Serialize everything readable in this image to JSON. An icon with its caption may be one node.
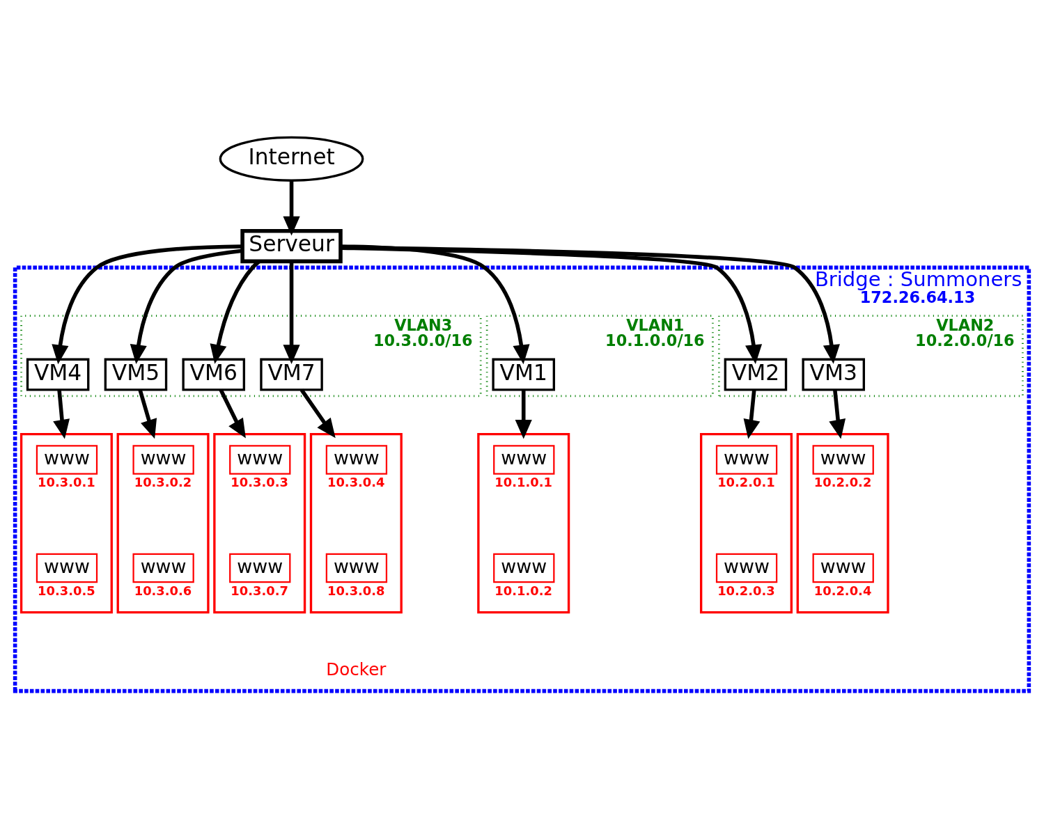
{
  "diagram": {
    "nodes": [
      {
        "text": [
          "Internet"
        ]
      },
      {
        "text": [
          "Serveur"
        ]
      },
      {
        "text": [
          "Bridge : Summoners",
          "172.26.64.13"
        ]
      },
      {
        "text": [
          "VLAN1",
          "10.1.0.0/16"
        ],
        "in": 2
      },
      {
        "text": [
          "VLAN2",
          "10.2.0.0/16"
        ],
        "in": 2
      },
      {
        "text": [
          "VLAN3",
          "10.3.0.0/16"
        ],
        "in": 2
      },
      {
        "text": [
          "VM1"
        ],
        "in": 3
      },
      {
        "text": [
          "VM2"
        ],
        "in": 4
      },
      {
        "text": [
          "VM3"
        ],
        "in": 4
      },
      {
        "text": [
          "VM4"
        ],
        "in": 5
      },
      {
        "text": [
          "VM5"
        ],
        "in": 5
      },
      {
        "text": [
          "VM6"
        ],
        "in": 5
      },
      {
        "text": [
          "VM7"
        ],
        "in": 5
      },
      {
        "text": [],
        "shape": "box",
        "in": 2
      },
      {
        "text": [
          "www"
        ],
        "in": 13,
        "beside": [
          "10.1.0.1"
        ]
      },
      {
        "text": [
          "www"
        ],
        "in": 13,
        "beside": [
          "10.1.0.2"
        ]
      },
      {
        "text": [],
        "shape": "box",
        "in": 2
      },
      {
        "text": [
          "www"
        ],
        "in": 16,
        "beside": [
          "10.2.0.1"
        ]
      },
      {
        "text": [
          "www"
        ],
        "in": 16,
        "beside": [
          "10.2.0.3"
        ]
      },
      {
        "text": [],
        "shape": "box",
        "in": 2
      },
      {
        "text": [
          "www"
        ],
        "in": 19,
        "beside": [
          "10.2.0.2"
        ]
      },
      {
        "text": [
          "www"
        ],
        "in": 19,
        "beside": [
          "10.2.0.4"
        ]
      },
      {
        "text": [],
        "shape": "box",
        "in": 2
      },
      {
        "text": [
          "www"
        ],
        "in": 22,
        "beside": [
          "10.3.0.1"
        ]
      },
      {
        "text": [
          "www"
        ],
        "in": 22,
        "beside": [
          "10.3.0.5"
        ]
      },
      {
        "text": [],
        "shape": "box",
        "in": 2
      },
      {
        "text": [
          "www"
        ],
        "in": 25,
        "beside": [
          "10.3.0.2"
        ]
      },
      {
        "text": [
          "www"
        ],
        "in": 25,
        "beside": [
          "10.3.0.6"
        ]
      },
      {
        "text": [],
        "shape": "box",
        "in": 2
      },
      {
        "text": [
          "www"
        ],
        "in": 28,
        "beside": [
          "10.3.0.3"
        ]
      },
      {
        "text": [
          "www"
        ],
        "in": 28,
        "beside": [
          "10.3.0.7"
        ]
      },
      {
        "text": [],
        "shape": "box",
        "in": 2
      },
      {
        "text": [
          "www"
        ],
        "in": 31,
        "beside": [
          "10.3.0.4"
        ]
      },
      {
        "text": [
          "www"
        ],
        "in": 31,
        "beside": [
          "10.3.0.8"
        ]
      }
    ],
    "edges": [
      {
        "from": 0,
        "to": 1,
        "arrow": "to"
      },
      {
        "from": 1,
        "to": 6,
        "arrow": "to"
      },
      {
        "from": 1,
        "to": 7,
        "arrow": "to"
      },
      {
        "from": 1,
        "to": 8,
        "arrow": "to"
      },
      {
        "from": 1,
        "to": 9,
        "arrow": "to"
      },
      {
        "from": 1,
        "to": 10,
        "arrow": "to"
      },
      {
        "from": 1,
        "to": 11,
        "arrow": "to"
      },
      {
        "from": 1,
        "to": 12,
        "arrow": "to"
      },
      {
        "from": 6,
        "to": 13,
        "arrow": "to"
      },
      {
        "from": 7,
        "to": 16,
        "arrow": "to"
      },
      {
        "from": 8,
        "to": 19,
        "arrow": "to"
      },
      {
        "from": 9,
        "to": 22,
        "arrow": "to"
      },
      {
        "from": 10,
        "to": 25,
        "arrow": "to"
      },
      {
        "from": 11,
        "to": 28,
        "arrow": "to"
      },
      {
        "from": 12,
        "to": 31,
        "arrow": "to"
      }
    ],
    "labels": [
      "Docker"
    ]
  }
}
